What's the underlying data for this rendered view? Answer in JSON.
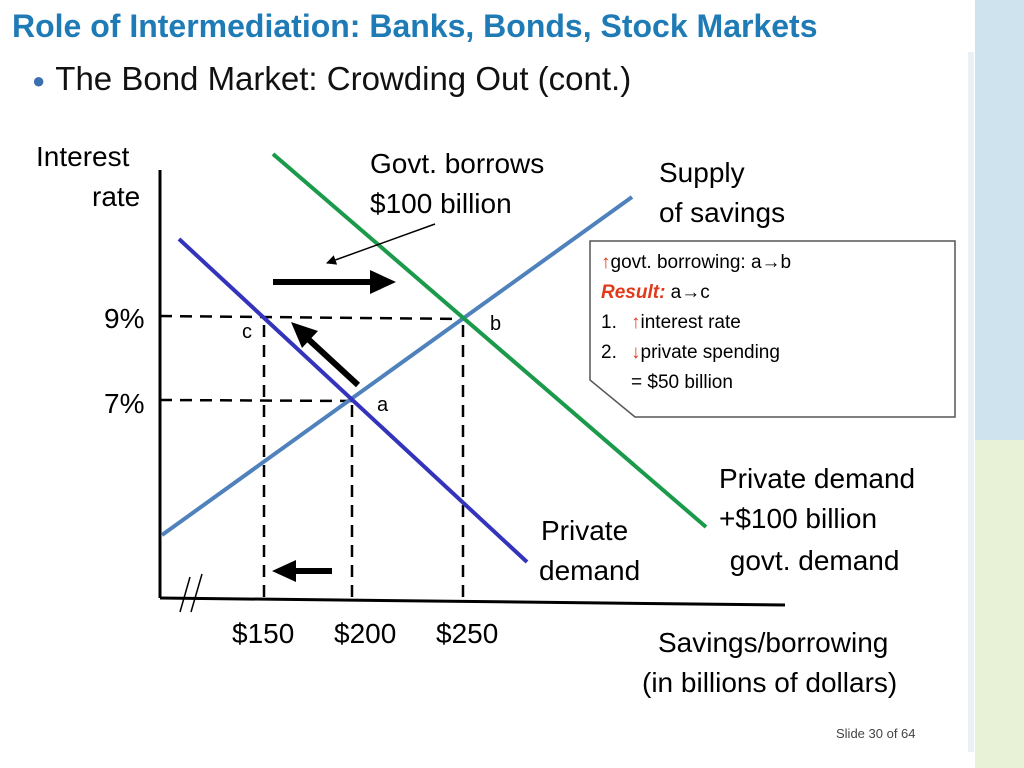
{
  "title": "Role of Intermediation: Banks, Bonds, Stock Markets",
  "bullet": "The Bond Market: Crowding Out (cont.)",
  "colors": {
    "title": "#1f7bb6",
    "supply": "#4f81bd",
    "private_demand": "#3333bb",
    "total_demand": "#1a9a4a",
    "highlight": "#e03a1a"
  },
  "axis": {
    "y_label_line1": "Interest",
    "y_label_line2": "rate",
    "x_label_line1": "Savings/borrowing",
    "x_label_line2": "(in billions of dollars)",
    "y_ticks": [
      "9%",
      "7%"
    ],
    "x_ticks": [
      "$150",
      "$200",
      "$250"
    ]
  },
  "labels": {
    "govt_line1": "Govt. borrows",
    "govt_line2": "$100 billion",
    "supply_line1": "Supply",
    "supply_line2": "of savings",
    "private_demand_line1": "Private",
    "private_demand_line2": "demand",
    "total_demand_line1": "Private demand",
    "total_demand_line2": "+$100 billion",
    "total_demand_line3": " govt. demand",
    "point_a": "a",
    "point_b": "b",
    "point_c": "c"
  },
  "callout": {
    "line1_arrow": "↑",
    "line1_text": "govt. borrowing: a→b",
    "line2_label": "Result:",
    "line2_text": " a→c",
    "line3_num": "1.",
    "line3_arrow": "↑",
    "line3_text": "interest rate",
    "line4_num": "2.",
    "line4_arrow": "↓",
    "line4_text": "private spending",
    "line5_text": "= $50 billion"
  },
  "footer": {
    "slide_number": "Slide 30 of 64"
  }
}
